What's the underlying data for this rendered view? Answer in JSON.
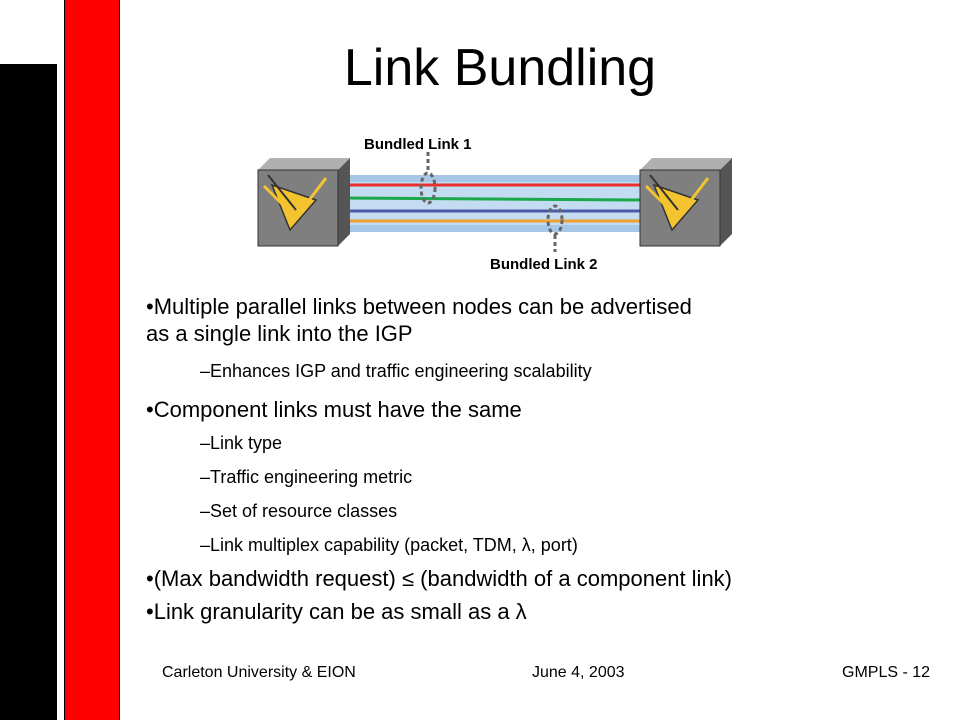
{
  "slide": {
    "title": "Link Bundling",
    "diagram": {
      "label_top": "Bundled Link 1",
      "label_bottom": "Bundled Link 2",
      "colors": {
        "tube": "#a7c7e7",
        "red": "#e83030",
        "green": "#1aa84a",
        "blue": "#4a5aa8",
        "orange": "#f0a030",
        "node": "#7f7f7f"
      }
    },
    "bullets": [
      "•Multiple parallel links between nodes can be advertised",
      "as a single link into the IGP",
      "–Enhances IGP and traffic engineering scalability",
      "•Component links must have the same",
      "–Link type",
      "–Traffic engineering metric",
      "–Set of resource classes",
      "–Link multiplex capability (packet, TDM, λ, port)",
      "•(Max bandwidth request)",
      "≤",
      "(bandwidth of a component link)",
      "•Link granularity can be as small as a λ"
    ],
    "footer": {
      "left": "Carleton University & EION",
      "center": "June 4, 2003",
      "right": "GMPLS - 12"
    }
  }
}
